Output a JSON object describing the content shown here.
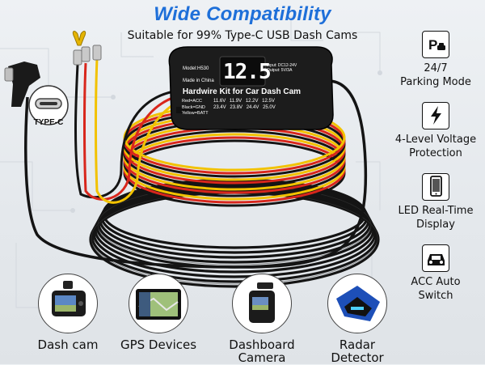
{
  "header": {
    "title": "Wide Compatibility",
    "subtitle": "Suitable for 99% Type-C USB Dash Cams"
  },
  "connector": {
    "label": "TYPE-C"
  },
  "hardwire_box": {
    "model": "Model:H530",
    "origin": "Made in China",
    "display_value": "12.5",
    "input_spec": "Input: DC12-24V Output: 5V/3A",
    "product_name": "Hardwire Kit for Car Dash Cam",
    "wires": [
      "Red=ACC",
      "Black=GND",
      "Yellow=BATT"
    ],
    "voltage_row_1": [
      "11.6V",
      "11.9V",
      "12.2V",
      "12.5V"
    ],
    "voltage_row_2": [
      "23.4V",
      "23.8V",
      "24.4V",
      "25.0V"
    ]
  },
  "features": [
    {
      "icon": "parking-icon",
      "label_1": "24/7",
      "label_2": "Parking Mode"
    },
    {
      "icon": "lightning-icon",
      "label_1": "4-Level Voltage",
      "label_2": "Protection"
    },
    {
      "icon": "phone-display-icon",
      "label_1": "LED Real-Time",
      "label_2": "Display"
    },
    {
      "icon": "car-icon",
      "label_1": "ACC Auto",
      "label_2": "Switch"
    }
  ],
  "devices": [
    {
      "name": "Dash cam",
      "line2": ""
    },
    {
      "name": "GPS Devices",
      "line2": ""
    },
    {
      "name": "Dashboard",
      "line2": "Camera"
    },
    {
      "name": "Radar",
      "line2": "Detector"
    }
  ],
  "colors": {
    "title_blue": "#1e6fd9",
    "wire_red": "#d8261c",
    "wire_yellow": "#f2c200",
    "wire_black": "#1a1a1a"
  }
}
